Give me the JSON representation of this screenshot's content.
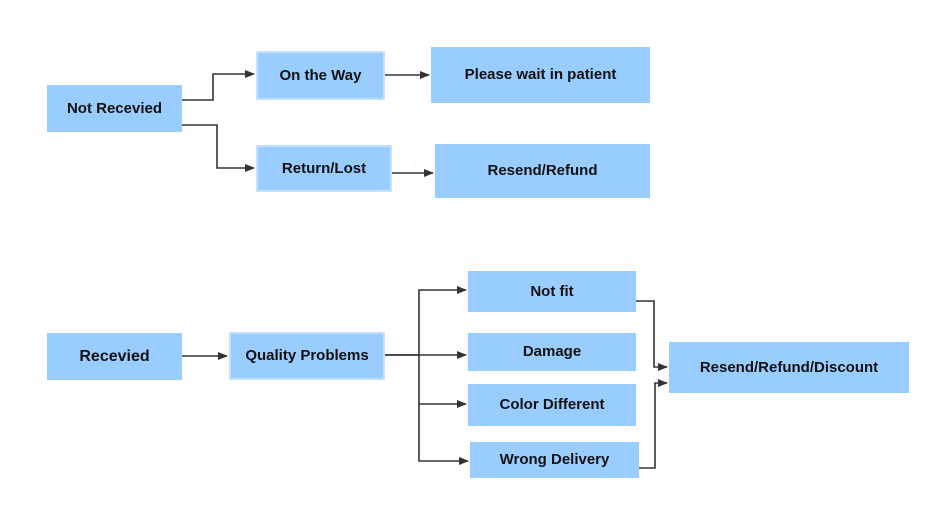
{
  "colors": {
    "node_fill": "#99ccff",
    "node_outline": "#c4e0ff",
    "connector": "#333333",
    "background": "#ffffff"
  },
  "nodes": {
    "not_received": "Not Recevied",
    "on_the_way": "On the Way",
    "please_wait": "Please wait in patient",
    "return_lost": "Return/Lost",
    "resend_refund": "Resend/Refund",
    "received": "Recevied",
    "quality_problems": "Quality Problems",
    "not_fit": "Not fit",
    "damage": "Damage",
    "color_different": "Color Different",
    "wrong_delivery": "Wrong Delivery",
    "resend_refund_discount": "Resend/Refund/Discount"
  },
  "edges": [
    {
      "from": "Not Recevied",
      "to": "On the Way"
    },
    {
      "from": "Not Recevied",
      "to": "Return/Lost"
    },
    {
      "from": "On the Way",
      "to": "Please wait in patient"
    },
    {
      "from": "Return/Lost",
      "to": "Resend/Refund"
    },
    {
      "from": "Recevied",
      "to": "Quality Problems"
    },
    {
      "from": "Quality Problems",
      "to": "Not fit"
    },
    {
      "from": "Quality Problems",
      "to": "Damage"
    },
    {
      "from": "Quality Problems",
      "to": "Color Different"
    },
    {
      "from": "Quality Problems",
      "to": "Wrong Delivery"
    },
    {
      "from": "Not fit",
      "to": "Resend/Refund/Discount"
    },
    {
      "from": "Wrong Delivery",
      "to": "Resend/Refund/Discount"
    }
  ]
}
